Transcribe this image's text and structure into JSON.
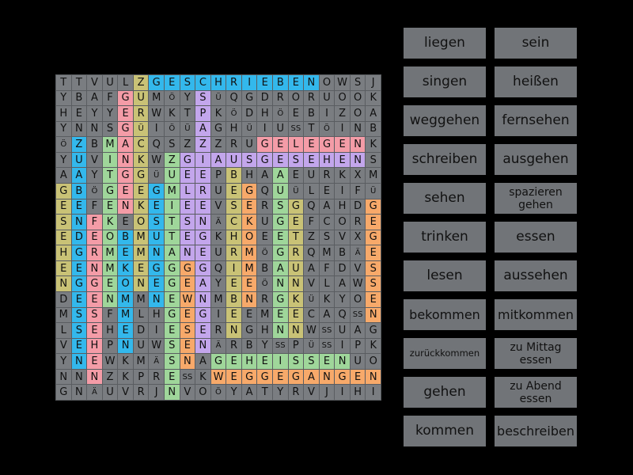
{
  "colors": {
    "grey": "#7a7d81",
    "blue": "#33b8ec",
    "pink": "#f49ca7",
    "yellow": "#c9c276",
    "purple": "#c3a6ec",
    "green": "#9fd69a",
    "orange": "#f7a96a",
    "background": "#000000",
    "word_button": "#717478"
  },
  "grid": {
    "size": 21,
    "rows": [
      [
        "T",
        "T",
        "V",
        "U",
        "L",
        "Z",
        "G",
        "E",
        "S",
        "C",
        "H",
        "R",
        "I",
        "E",
        "B",
        "E",
        "N",
        "O",
        "W",
        "S",
        "J"
      ],
      [
        "Y",
        "B",
        "A",
        "F",
        "G",
        "U",
        "M",
        "Ö",
        "Y",
        "S",
        "Ü",
        "Q",
        "G",
        "D",
        "R",
        "O",
        "R",
        "U",
        "O",
        "O",
        "K"
      ],
      [
        "H",
        "E",
        "Y",
        "Y",
        "E",
        "R",
        "W",
        "K",
        "T",
        "P",
        "K",
        "Ö",
        "D",
        "H",
        "Ö",
        "E",
        "B",
        "I",
        "Z",
        "O",
        "A"
      ],
      [
        "Y",
        "N",
        "N",
        "S",
        "G",
        "Ü",
        "I",
        "Ö",
        "Ü",
        "A",
        "G",
        "H",
        "Ü",
        "I",
        "U",
        "SS",
        "T",
        "Ö",
        "I",
        "N",
        "B"
      ],
      [
        "Ö",
        "Z",
        "B",
        "M",
        "A",
        "C",
        "Q",
        "S",
        "Z",
        "Z",
        "Z",
        "R",
        "U",
        "G",
        "E",
        "L",
        "E",
        "G",
        "E",
        "N",
        "K"
      ],
      [
        "Y",
        "U",
        "V",
        "I",
        "N",
        "K",
        "W",
        "Z",
        "G",
        "I",
        "A",
        "U",
        "S",
        "G",
        "E",
        "S",
        "E",
        "H",
        "E",
        "N",
        "S"
      ],
      [
        "A",
        "A",
        "Y",
        "T",
        "G",
        "G",
        "Ü",
        "U",
        "E",
        "E",
        "P",
        "B",
        "H",
        "A",
        "A",
        "E",
        "U",
        "R",
        "K",
        "X",
        "M"
      ],
      [
        "G",
        "B",
        "Ö",
        "G",
        "E",
        "E",
        "G",
        "M",
        "L",
        "R",
        "U",
        "E",
        "G",
        "Q",
        "U",
        "Ü",
        "L",
        "E",
        "I",
        "F",
        "Ü"
      ],
      [
        "E",
        "E",
        "F",
        "E",
        "N",
        "K",
        "E",
        "I",
        "E",
        "E",
        "V",
        "S",
        "E",
        "R",
        "S",
        "G",
        "Q",
        "A",
        "H",
        "D",
        "G"
      ],
      [
        "S",
        "N",
        "F",
        "K",
        "E",
        "O",
        "S",
        "T",
        "S",
        "N",
        "Ä",
        "C",
        "K",
        "U",
        "G",
        "E",
        "F",
        "C",
        "O",
        "R",
        "E"
      ],
      [
        "E",
        "D",
        "E",
        "O",
        "B",
        "M",
        "U",
        "T",
        "E",
        "G",
        "K",
        "H",
        "O",
        "E",
        "E",
        "T",
        "Z",
        "S",
        "V",
        "X",
        "G"
      ],
      [
        "H",
        "G",
        "R",
        "M",
        "E",
        "M",
        "N",
        "A",
        "N",
        "E",
        "U",
        "R",
        "M",
        "Ö",
        "G",
        "R",
        "Q",
        "M",
        "B",
        "Ä",
        "E"
      ],
      [
        "E",
        "E",
        "N",
        "M",
        "K",
        "E",
        "G",
        "G",
        "G",
        "G",
        "Q",
        "I",
        "M",
        "B",
        "A",
        "U",
        "A",
        "F",
        "D",
        "V",
        "S"
      ],
      [
        "N",
        "G",
        "G",
        "E",
        "O",
        "N",
        "E",
        "G",
        "E",
        "A",
        "Y",
        "E",
        "E",
        "Ö",
        "N",
        "N",
        "V",
        "L",
        "A",
        "W",
        "S"
      ],
      [
        "D",
        "E",
        "E",
        "N",
        "M",
        "M",
        "N",
        "E",
        "W",
        "N",
        "M",
        "B",
        "N",
        "R",
        "G",
        "K",
        "Ü",
        "K",
        "Y",
        "O",
        "E"
      ],
      [
        "M",
        "S",
        "S",
        "F",
        "M",
        "L",
        "H",
        "G",
        "E",
        "G",
        "I",
        "E",
        "E",
        "M",
        "E",
        "E",
        "C",
        "A",
        "Q",
        "SS",
        "N"
      ],
      [
        "L",
        "S",
        "E",
        "H",
        "E",
        "D",
        "I",
        "E",
        "S",
        "E",
        "R",
        "N",
        "G",
        "H",
        "N",
        "N",
        "W",
        "SS",
        "U",
        "A",
        "G"
      ],
      [
        "V",
        "E",
        "H",
        "P",
        "N",
        "U",
        "W",
        "S",
        "E",
        "N",
        "Ä",
        "R",
        "B",
        "Y",
        "SS",
        "P",
        "Ü",
        "SS",
        "I",
        "P",
        "K"
      ],
      [
        "Y",
        "N",
        "E",
        "W",
        "K",
        "M",
        "Ä",
        "S",
        "N",
        "A",
        "G",
        "E",
        "H",
        "E",
        "I",
        "S",
        "S",
        "E",
        "N",
        "U",
        "O"
      ],
      [
        "N",
        "N",
        "N",
        "Z",
        "K",
        "P",
        "R",
        "E",
        "SS",
        "K",
        "W",
        "E",
        "G",
        "G",
        "E",
        "G",
        "A",
        "N",
        "G",
        "E",
        "N"
      ],
      [
        "G",
        "N",
        "Ä",
        "U",
        "V",
        "R",
        "J",
        "N",
        "V",
        "O",
        "Ö",
        "Y",
        "A",
        "T",
        "Y",
        "R",
        "V",
        "J",
        "I",
        "H",
        "I"
      ]
    ],
    "highlights": [
      [
        "g",
        "g",
        "g",
        "g",
        "g",
        "y",
        "b",
        "b",
        "b",
        "b",
        "b",
        "b",
        "b",
        "b",
        "b",
        "b",
        "b",
        "g",
        "g",
        "g",
        "g"
      ],
      [
        "g",
        "g",
        "g",
        "g",
        "p",
        "y",
        "g",
        "g",
        "g",
        "u",
        "g",
        "g",
        "g",
        "g",
        "g",
        "g",
        "g",
        "g",
        "g",
        "g",
        "g"
      ],
      [
        "g",
        "g",
        "g",
        "g",
        "p",
        "y",
        "g",
        "g",
        "g",
        "u",
        "g",
        "g",
        "g",
        "g",
        "g",
        "g",
        "g",
        "g",
        "g",
        "g",
        "g"
      ],
      [
        "g",
        "g",
        "g",
        "g",
        "p",
        "y",
        "g",
        "g",
        "g",
        "u",
        "g",
        "g",
        "g",
        "g",
        "g",
        "g",
        "g",
        "g",
        "g",
        "g",
        "g"
      ],
      [
        "g",
        "b",
        "g",
        "n",
        "p",
        "y",
        "g",
        "g",
        "g",
        "u",
        "g",
        "g",
        "g",
        "p",
        "p",
        "p",
        "p",
        "p",
        "p",
        "p",
        "g"
      ],
      [
        "g",
        "b",
        "g",
        "n",
        "p",
        "y",
        "g",
        "n",
        "u",
        "u",
        "u",
        "u",
        "u",
        "u",
        "u",
        "u",
        "u",
        "u",
        "u",
        "u",
        "g"
      ],
      [
        "g",
        "b",
        "g",
        "n",
        "p",
        "y",
        "g",
        "n",
        "u",
        "u",
        "g",
        "y",
        "g",
        "g",
        "n",
        "g",
        "g",
        "g",
        "g",
        "g",
        "g"
      ],
      [
        "y",
        "b",
        "g",
        "n",
        "p",
        "y",
        "b",
        "n",
        "u",
        "u",
        "g",
        "y",
        "o",
        "g",
        "n",
        "g",
        "g",
        "g",
        "g",
        "g",
        "g"
      ],
      [
        "y",
        "b",
        "g",
        "n",
        "p",
        "y",
        "b",
        "n",
        "u",
        "u",
        "g",
        "y",
        "o",
        "g",
        "n",
        "y",
        "g",
        "g",
        "g",
        "g",
        "o"
      ],
      [
        "y",
        "b",
        "p",
        "n",
        "g",
        "y",
        "b",
        "n",
        "u",
        "u",
        "g",
        "y",
        "o",
        "g",
        "n",
        "y",
        "g",
        "g",
        "g",
        "g",
        "o"
      ],
      [
        "y",
        "b",
        "p",
        "n",
        "b",
        "y",
        "b",
        "n",
        "u",
        "u",
        "g",
        "y",
        "o",
        "g",
        "n",
        "y",
        "g",
        "g",
        "g",
        "g",
        "o"
      ],
      [
        "y",
        "b",
        "p",
        "n",
        "b",
        "y",
        "b",
        "n",
        "u",
        "u",
        "g",
        "y",
        "o",
        "g",
        "n",
        "y",
        "g",
        "g",
        "g",
        "g",
        "o"
      ],
      [
        "y",
        "b",
        "p",
        "n",
        "b",
        "y",
        "b",
        "n",
        "o",
        "u",
        "g",
        "y",
        "o",
        "g",
        "n",
        "y",
        "g",
        "g",
        "g",
        "g",
        "o"
      ],
      [
        "y",
        "b",
        "p",
        "n",
        "b",
        "y",
        "b",
        "n",
        "o",
        "u",
        "g",
        "y",
        "o",
        "g",
        "n",
        "y",
        "g",
        "g",
        "g",
        "g",
        "o"
      ],
      [
        "g",
        "b",
        "p",
        "n",
        "b",
        "g",
        "b",
        "n",
        "o",
        "u",
        "g",
        "y",
        "o",
        "g",
        "n",
        "y",
        "g",
        "g",
        "g",
        "g",
        "o"
      ],
      [
        "g",
        "b",
        "p",
        "g",
        "b",
        "g",
        "g",
        "n",
        "o",
        "u",
        "g",
        "y",
        "g",
        "g",
        "n",
        "y",
        "g",
        "g",
        "g",
        "g",
        "o"
      ],
      [
        "g",
        "b",
        "p",
        "g",
        "b",
        "g",
        "g",
        "n",
        "o",
        "u",
        "g",
        "y",
        "g",
        "g",
        "n",
        "y",
        "g",
        "g",
        "g",
        "g",
        "g"
      ],
      [
        "g",
        "b",
        "p",
        "g",
        "b",
        "g",
        "g",
        "n",
        "o",
        "u",
        "g",
        "g",
        "g",
        "g",
        "g",
        "g",
        "g",
        "g",
        "g",
        "g",
        "g"
      ],
      [
        "g",
        "b",
        "p",
        "g",
        "g",
        "g",
        "g",
        "n",
        "o",
        "g",
        "n",
        "n",
        "n",
        "n",
        "n",
        "n",
        "n",
        "n",
        "n",
        "g",
        "g"
      ],
      [
        "g",
        "g",
        "p",
        "g",
        "g",
        "g",
        "g",
        "n",
        "g",
        "g",
        "o",
        "o",
        "o",
        "o",
        "o",
        "o",
        "o",
        "o",
        "o",
        "o",
        "o"
      ],
      [
        "g",
        "g",
        "g",
        "g",
        "g",
        "g",
        "g",
        "n",
        "g",
        "g",
        "g",
        "g",
        "g",
        "g",
        "g",
        "g",
        "g",
        "g",
        "g",
        "g",
        "g"
      ]
    ]
  },
  "words": [
    {
      "label": "liegen",
      "style": ""
    },
    {
      "label": "sein",
      "style": ""
    },
    {
      "label": "singen",
      "style": ""
    },
    {
      "label": "heißen",
      "style": ""
    },
    {
      "label": "weggehen",
      "style": ""
    },
    {
      "label": "fernsehen",
      "style": ""
    },
    {
      "label": "schreiben",
      "style": ""
    },
    {
      "label": "ausgehen",
      "style": ""
    },
    {
      "label": "sehen",
      "style": ""
    },
    {
      "label": "spazieren gehen",
      "style": "two"
    },
    {
      "label": "trinken",
      "style": ""
    },
    {
      "label": "essen",
      "style": ""
    },
    {
      "label": "lesen",
      "style": ""
    },
    {
      "label": "aussehen",
      "style": ""
    },
    {
      "label": "bekommen",
      "style": "mid"
    },
    {
      "label": "mitkommen",
      "style": "mid"
    },
    {
      "label": "zurückkommen",
      "style": "tiny"
    },
    {
      "label": "zu Mittag essen",
      "style": "two"
    },
    {
      "label": "gehen",
      "style": ""
    },
    {
      "label": "zu Abend essen",
      "style": "two"
    },
    {
      "label": "kommen",
      "style": ""
    },
    {
      "label": "beschreiben",
      "style": "mid"
    }
  ]
}
